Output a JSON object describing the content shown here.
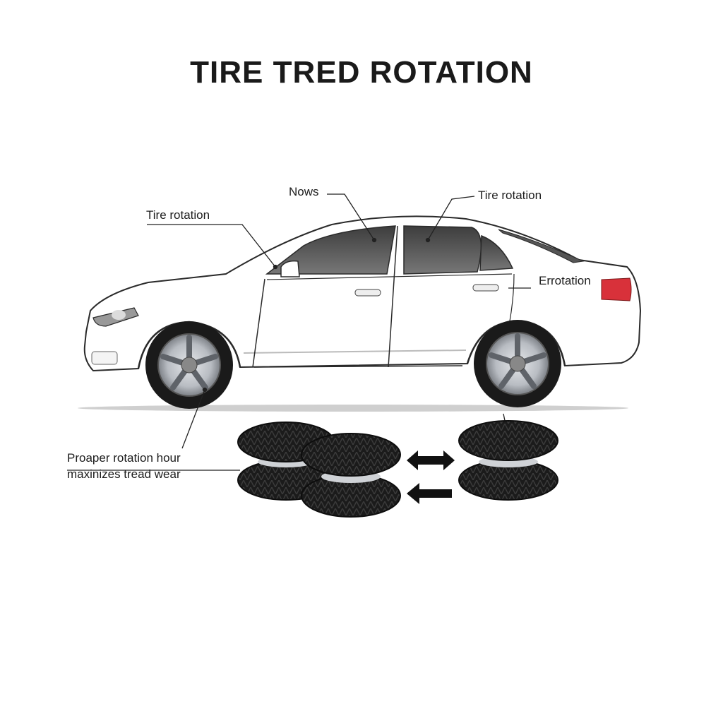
{
  "title": "TIRE TRED ROTATION",
  "labels": {
    "nows": "Nows",
    "tire_rotation_left": "Tire rotation",
    "tire_rotation_right": "Tire rotation",
    "rear": "Errotation",
    "proper_line1": "Proaper rotation hour",
    "proper_line2": "maxinizes tread wear"
  },
  "colors": {
    "car_body": "#ffffff",
    "outline": "#2a2a2a",
    "glass": "#555555",
    "tire": "#1a1a1a",
    "rim": "#b8bcc2",
    "taillight": "#d8313a",
    "arrow": "#111111"
  }
}
